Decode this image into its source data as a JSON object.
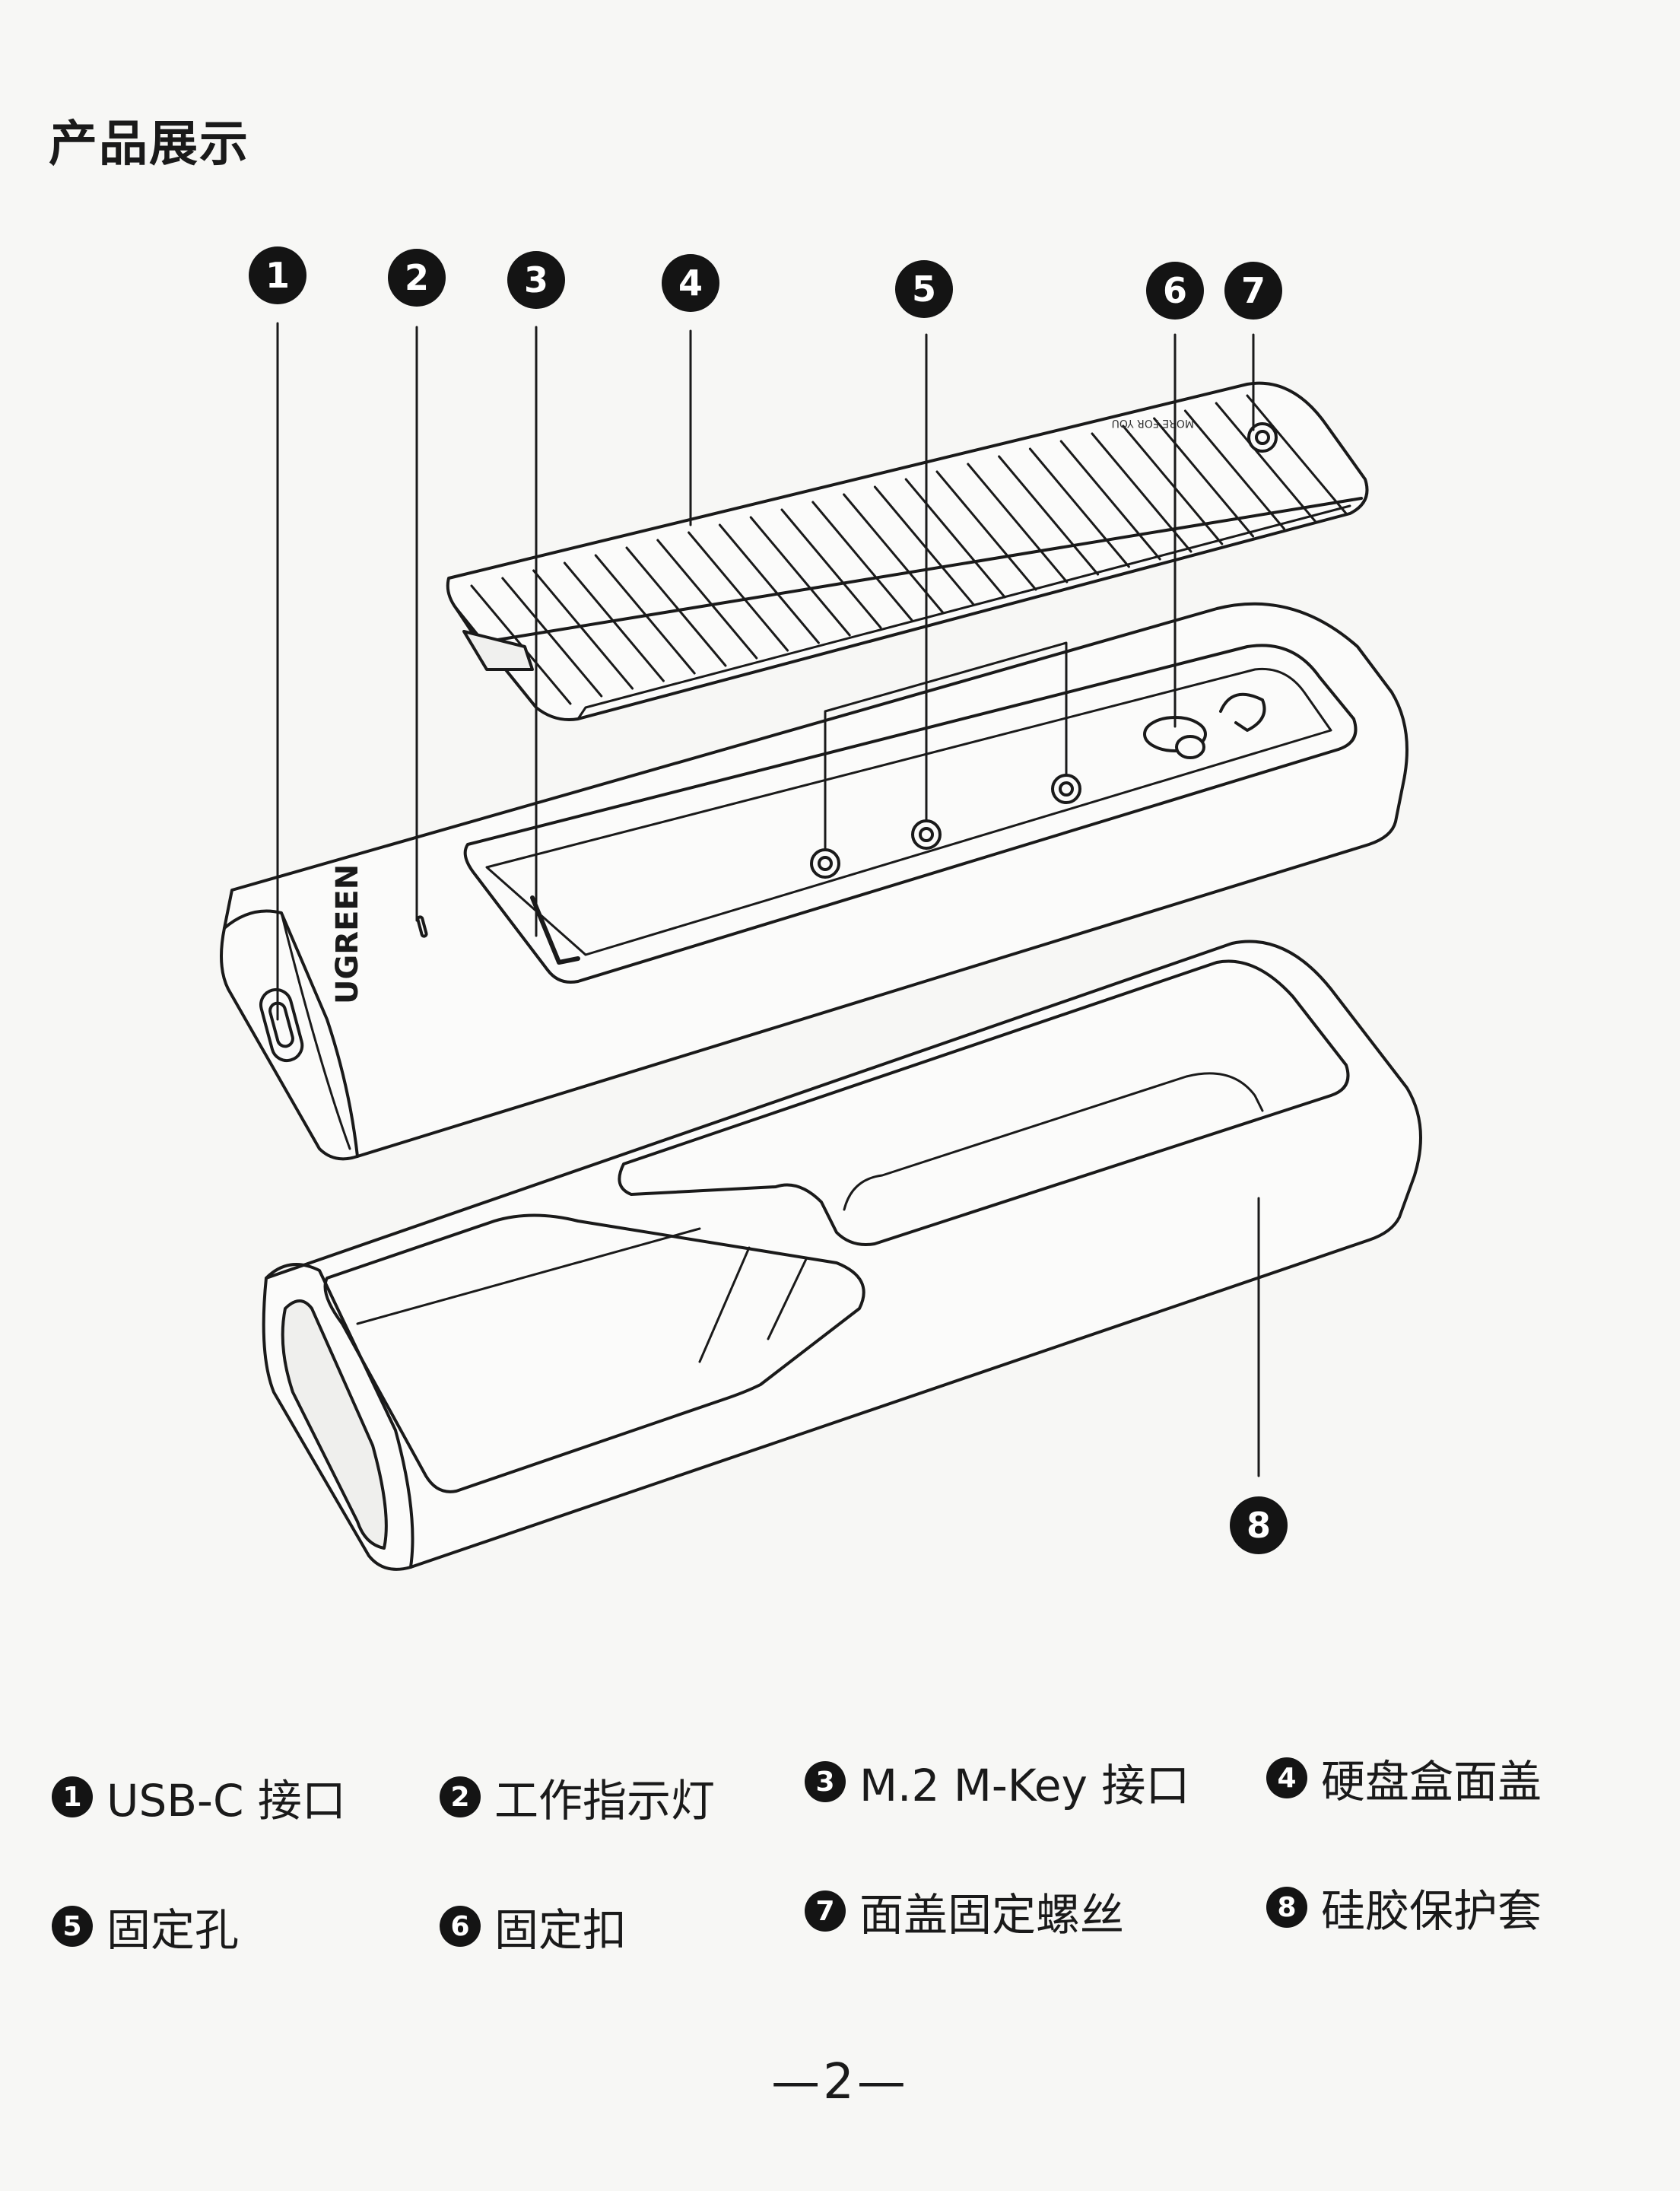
{
  "page": {
    "title": "产品展示",
    "page_number": "—2—"
  },
  "diagram": {
    "brand_label": "UGREEN",
    "lid_text": "MORE FOR YOU",
    "callouts": [
      "1",
      "2",
      "3",
      "4",
      "5",
      "6",
      "7",
      "8"
    ]
  },
  "legend": [
    {
      "num": "1",
      "label": "USB-C 接口"
    },
    {
      "num": "2",
      "label": "工作指示灯"
    },
    {
      "num": "3",
      "label": "M.2 M-Key 接口"
    },
    {
      "num": "4",
      "label": "硬盘盒面盖"
    },
    {
      "num": "5",
      "label": "固定孔"
    },
    {
      "num": "6",
      "label": "固定扣"
    },
    {
      "num": "7",
      "label": "面盖固定螺丝"
    },
    {
      "num": "8",
      "label": "硅胶保护套"
    }
  ]
}
